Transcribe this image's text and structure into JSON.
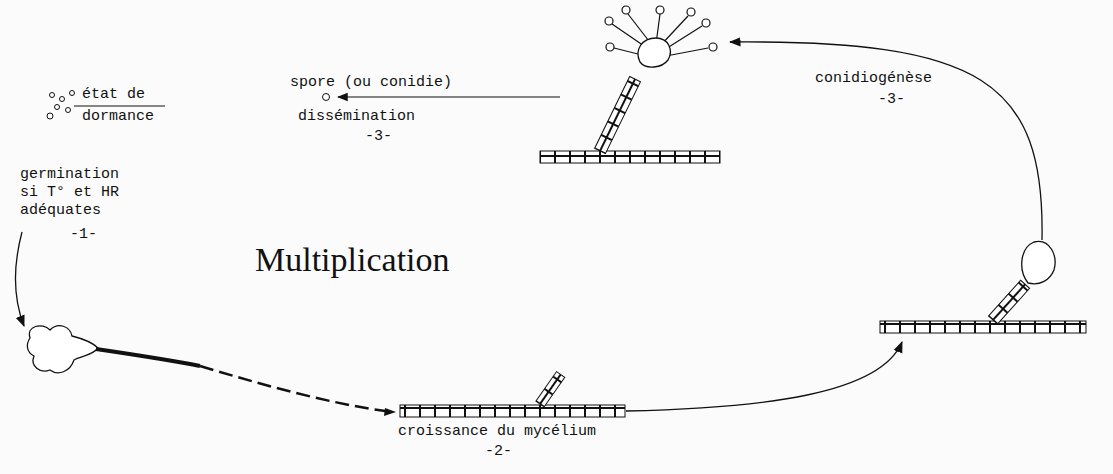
{
  "diagram": {
    "title": "Multiplication",
    "labels": [
      "état de",
      "dormance",
      "spore (ou conidie)",
      "dissémination",
      "-3-",
      "germination si T° et HR adéquates",
      "-1-",
      "croissance du mycélium",
      "-2-",
      "conidiogénèse",
      "-3-"
    ]
  }
}
